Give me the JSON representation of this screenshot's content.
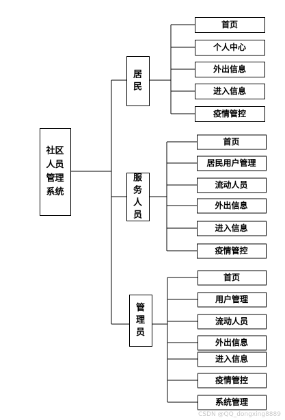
{
  "root": {
    "lines": [
      "社区",
      "人员",
      "管理",
      "系统"
    ]
  },
  "roles": [
    {
      "lines": [
        "居",
        "民"
      ],
      "items": [
        "首页",
        "个人中心",
        "外出信息",
        "进入信息",
        "疫情管控"
      ]
    },
    {
      "lines": [
        "服",
        "务",
        "人",
        "员"
      ],
      "items": [
        "首页",
        "居民用户管理",
        "流动人员",
        "外出信息",
        "进入信息",
        "疫情管控"
      ]
    },
    {
      "lines": [
        "管",
        "理",
        "员"
      ],
      "items": [
        "首页",
        "用户管理",
        "流动人员",
        "外出信息",
        "进入信息",
        "疫情管控",
        "系统管理"
      ]
    }
  ],
  "watermark": "CSDN @QQ_dongxing8889"
}
